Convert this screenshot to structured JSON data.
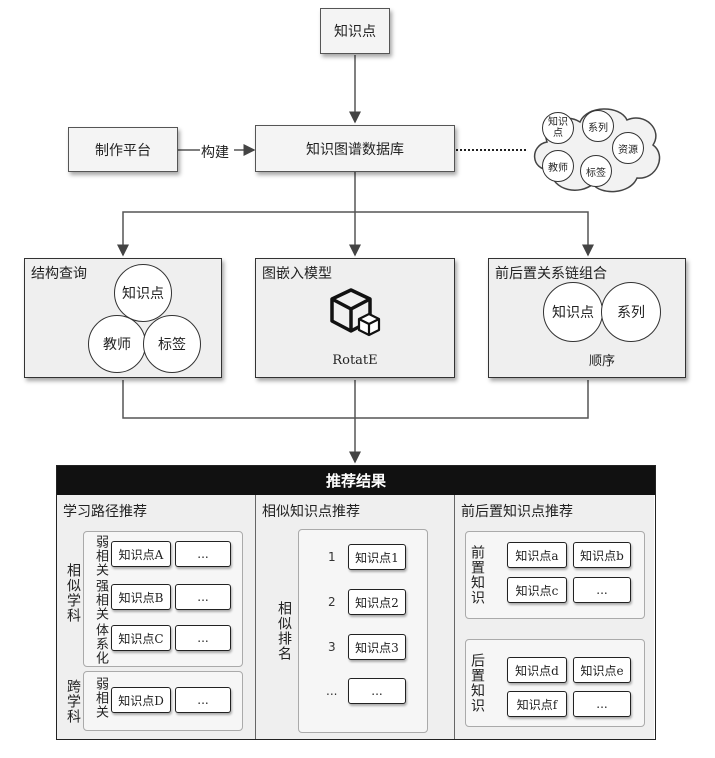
{
  "top_node": "知识点",
  "platform": "制作平台",
  "build_label": "构建",
  "kg_db": "知识图谱数据库",
  "cloud": [
    "知识点",
    "系列",
    "资源",
    "教师",
    "标签"
  ],
  "panels": {
    "structure": {
      "title": "结构查询",
      "circles": [
        "知识点",
        "教师",
        "标签"
      ]
    },
    "embedding": {
      "title": "图嵌入模型",
      "model": "RotatE",
      "icon": "cube-icon"
    },
    "prereq": {
      "title": "前后置关系链组合",
      "circles": [
        "知识点",
        "系列"
      ],
      "order_label": "顺序"
    }
  },
  "results": {
    "header": "推荐结果",
    "path": {
      "title": "学习路径推荐",
      "similar_label": "相似学科",
      "groups": [
        "弱相关",
        "强相关",
        "体系化"
      ],
      "items": [
        "知识点A",
        "知识点B",
        "知识点C"
      ],
      "cross_label": "跨学科",
      "cross_group": "弱相关",
      "cross_item": "知识点D",
      "more": "..."
    },
    "similar": {
      "title": "相似知识点推荐",
      "rank_label": "相似排名",
      "ranks": [
        "1",
        "2",
        "3",
        "..."
      ],
      "items": [
        "知识点1",
        "知识点2",
        "知识点3",
        "..."
      ]
    },
    "prepost": {
      "title": "前后置知识点推荐",
      "pre_label": "前置知识",
      "pre_items": [
        "知识点a",
        "知识点b",
        "知识点c",
        "..."
      ],
      "post_label": "后置知识",
      "post_items": [
        "知识点d",
        "知识点e",
        "知识点f",
        "..."
      ]
    }
  }
}
